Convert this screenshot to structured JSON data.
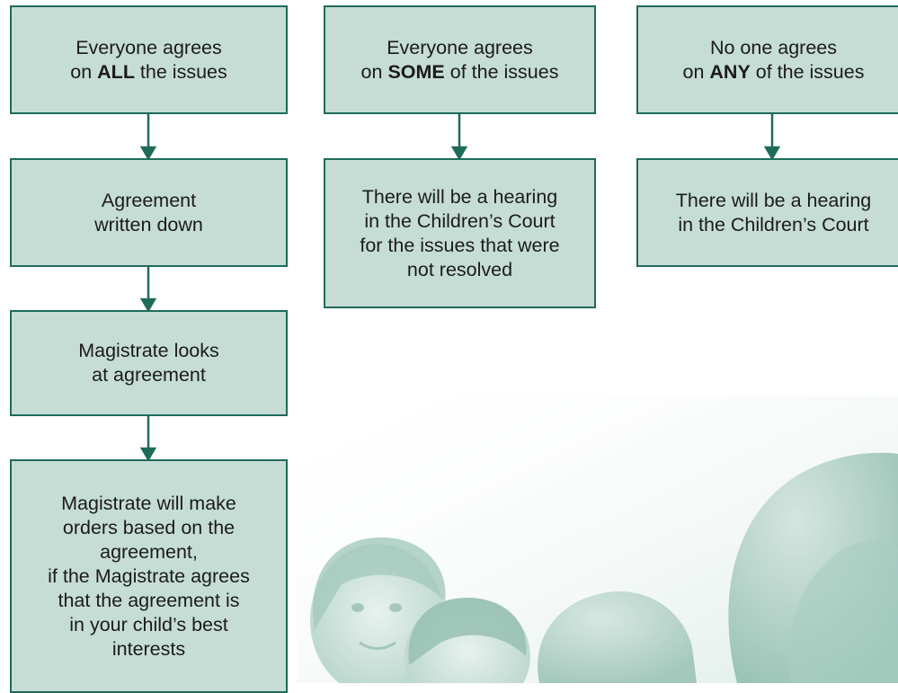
{
  "columns": [
    {
      "id": "all",
      "header": {
        "line1": "Everyone agrees",
        "prefix": "on ",
        "emphasis": "ALL",
        "suffix": " the issues"
      },
      "steps": [
        {
          "lines": [
            "Agreement",
            "written down"
          ]
        },
        {
          "lines": [
            "Magistrate looks",
            "at agreement"
          ]
        },
        {
          "lines": [
            "Magistrate will make",
            "orders based on the",
            "agreement,",
            "if the Magistrate agrees",
            "that the agreement is",
            "in your child’s best",
            "interests"
          ]
        }
      ]
    },
    {
      "id": "some",
      "header": {
        "line1": "Everyone agrees",
        "prefix": "on ",
        "emphasis": "SOME",
        "suffix": " of the issues"
      },
      "steps": [
        {
          "lines": [
            "There will be a hearing",
            "in the Children’s Court",
            "for the issues that were",
            "not resolved"
          ]
        }
      ]
    },
    {
      "id": "any",
      "header": {
        "line1": "No one agrees",
        "prefix": "on ",
        "emphasis": "ANY",
        "suffix": " of the issues"
      },
      "steps": [
        {
          "lines": [
            "There will be a hearing",
            "in the Children’s Court"
          ]
        }
      ]
    }
  ],
  "colors": {
    "box_fill": "#c6ddd6",
    "box_border": "#1e6b5a",
    "arrow": "#1e6b5a",
    "text": "#1b1b1b",
    "photo_tint": "#b9d7cf"
  }
}
